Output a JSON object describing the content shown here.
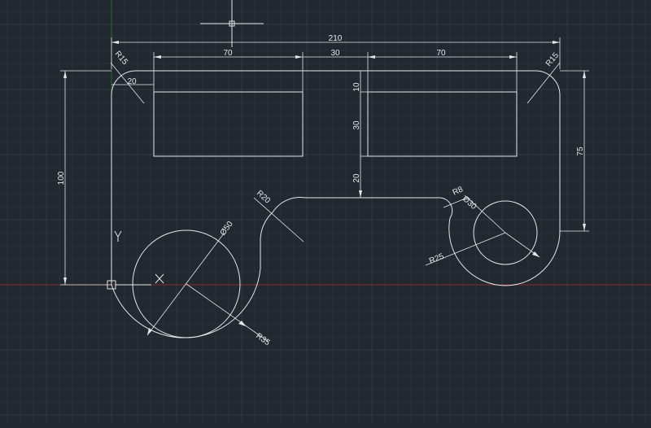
{
  "dims": {
    "overall_width": "210",
    "rect_left_width": "70",
    "gap_width": "30",
    "rect_right_width": "70",
    "small_offset": "20",
    "top_offset": "10",
    "rect_height": "30",
    "rect_bottom_gap": "20",
    "overall_height": "100",
    "right_height": "75"
  },
  "radii": {
    "top_left_corner": "R15",
    "top_right_corner": "R15",
    "fillet": "R20",
    "small_fillet": "R8",
    "right_arc": "R25",
    "left_arc": "R35"
  },
  "diameters": {
    "left_circle": "Ø50",
    "right_circle": "Ø30"
  },
  "ucs": {
    "y_label": "Y"
  },
  "colors": {
    "background": "#212830",
    "grid_minor": "#263039",
    "grid_major": "#2f3a45",
    "geometry": "#e6e6e6",
    "x_axis": "#8a2a2a",
    "y_axis": "#2b6a2b"
  }
}
